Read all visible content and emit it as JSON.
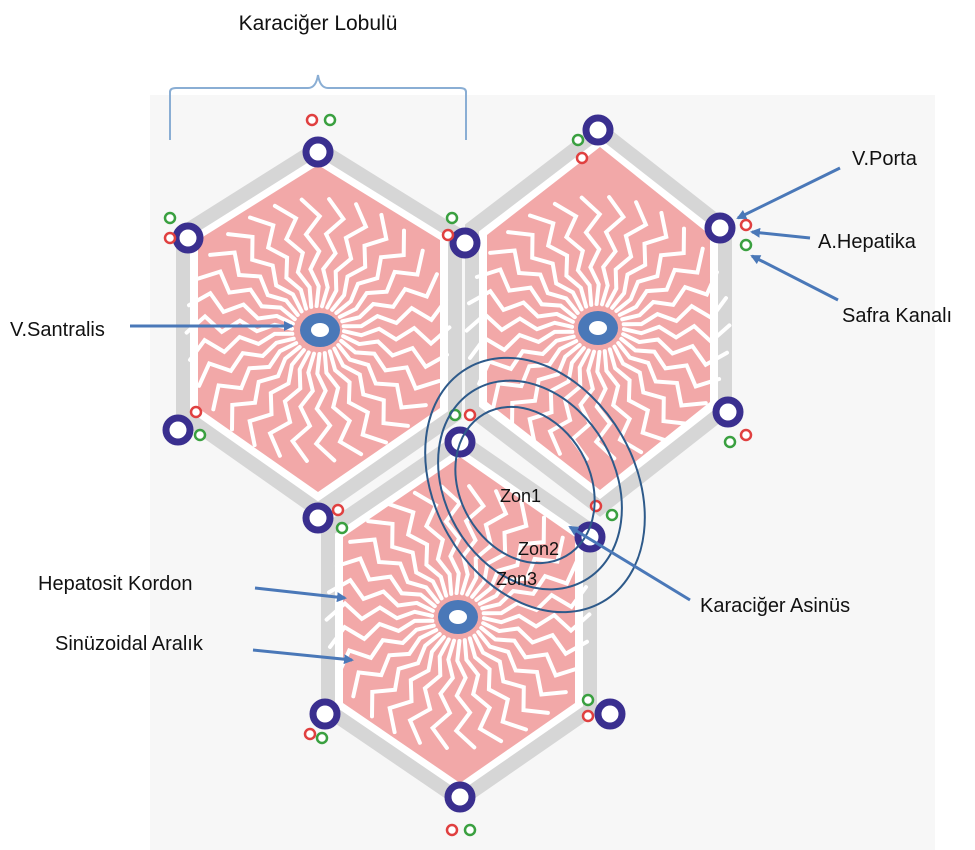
{
  "title": "Karaciğer Lobulü",
  "labels": {
    "porta": "V.Porta",
    "hepatika": "A.Hepatika",
    "safra": "Safra Kanalı",
    "santralis": "V.Santralis",
    "kordon": "Hepatosit Kordon",
    "sinuzoidal": "Sinüzoidal Aralık",
    "asinus": "Karaciğer Asinüs"
  },
  "zones": {
    "zon1": "Zon1",
    "zon2": "Zon2",
    "zon3": "Zon3"
  },
  "colors": {
    "cord": "#f2a8a8",
    "septum": "#d9d9d9",
    "portal_vein": "#3a2f8f",
    "central_vein": "#4a78b8",
    "artery": "#e04040",
    "bile_duct": "#3aa040",
    "arrow": "#4a78b8",
    "zone_ring": "#2e5a8a"
  }
}
